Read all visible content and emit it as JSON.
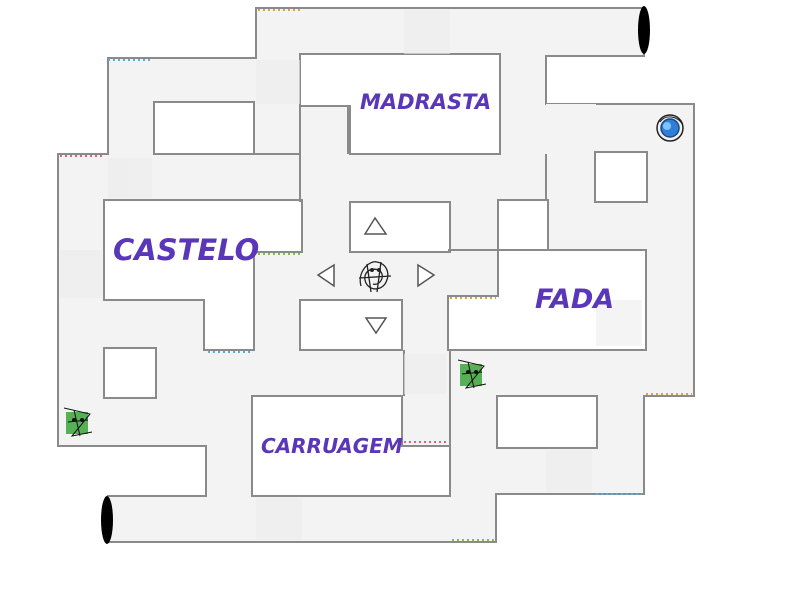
{
  "places": {
    "madrasta": "MADRASTA",
    "castelo": "CASTELO",
    "fada": "FADA",
    "carruagem": "CARRUAGEM"
  },
  "colors": {
    "path": "#f3f3f3",
    "wall": "#8a8a8a",
    "label": "#5a36b8",
    "portal": "#000000",
    "goal": "#2f7fd6",
    "enemy": "#3aa33a",
    "player": "#222222"
  },
  "controls": [
    "arrow-up",
    "arrow-down",
    "arrow-left",
    "arrow-right"
  ]
}
